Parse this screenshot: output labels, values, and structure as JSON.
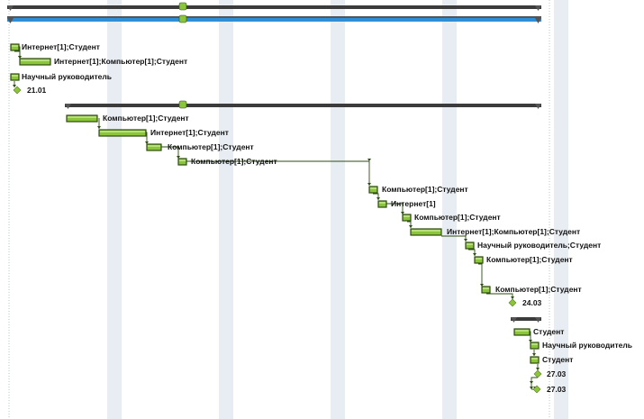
{
  "gantt": {
    "colors": {
      "bar_fill": "#8ac53a",
      "bar_stroke": "#2f4a12",
      "summary_fill": "#3c3c3c",
      "summary_fill_blue": "#2f8fd6",
      "milestone_fill": "#8ac53a",
      "link": "#2b4d12",
      "week_stripe": "#e8edf3"
    },
    "summary_rows": [
      {
        "id": "project-summary-1"
      },
      {
        "id": "project-summary-2",
        "highlight": true
      },
      {
        "id": "phase-summary-1"
      },
      {
        "id": "phase-summary-2"
      }
    ],
    "tasks": [
      {
        "id": "t1",
        "resource": "Интернет[1];Студент",
        "kind": "task"
      },
      {
        "id": "t2",
        "resource": "Интернет[1];Компьютер[1];Студент",
        "kind": "task"
      },
      {
        "id": "t3",
        "resource": "Научный руководитель",
        "kind": "task"
      },
      {
        "id": "m1",
        "resource": "21.01",
        "kind": "milestone"
      },
      {
        "id": "t4",
        "resource": "Компьютер[1];Студент",
        "kind": "task"
      },
      {
        "id": "t5",
        "resource": "Интернет[1];Студент",
        "kind": "task"
      },
      {
        "id": "t6",
        "resource": "Компьютер[1];Студент",
        "kind": "task"
      },
      {
        "id": "t7",
        "resource": "Компьютер[1];Студент",
        "kind": "task"
      },
      {
        "id": "t8",
        "resource": "Компьютер[1];Студент",
        "kind": "task"
      },
      {
        "id": "t9",
        "resource": "Интернет[1]",
        "kind": "task"
      },
      {
        "id": "t10",
        "resource": "Компьютер[1];Студент",
        "kind": "task"
      },
      {
        "id": "t11",
        "resource": "Интернет[1];Компьютер[1];Студент",
        "kind": "task"
      },
      {
        "id": "t12",
        "resource": "Научный руководитель;Студент",
        "kind": "task"
      },
      {
        "id": "t13",
        "resource": "Компьютер[1];Студент",
        "kind": "task"
      },
      {
        "id": "t14",
        "resource": "Компьютер[1];Студент",
        "kind": "task"
      },
      {
        "id": "m2",
        "resource": "24.03",
        "kind": "milestone"
      },
      {
        "id": "t15",
        "resource": "Студент",
        "kind": "task"
      },
      {
        "id": "t16",
        "resource": "Научный руководитель",
        "kind": "task"
      },
      {
        "id": "t17",
        "resource": "Студент",
        "kind": "task"
      },
      {
        "id": "m3",
        "resource": "27.03",
        "kind": "milestone"
      },
      {
        "id": "m4",
        "resource": "27.03",
        "kind": "milestone"
      }
    ]
  }
}
